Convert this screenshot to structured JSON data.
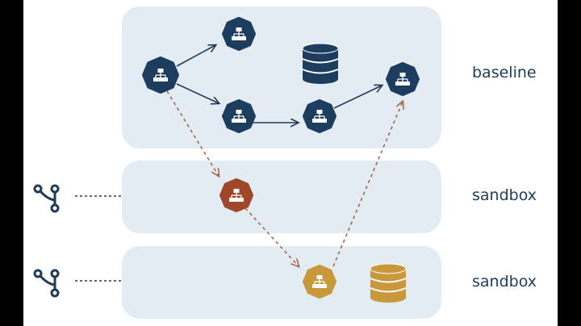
{
  "colors": {
    "baseline_service": "#1c3d5e",
    "sandbox_service_1": "#a0462a",
    "sandbox_service_2": "#c8983a",
    "request_arrow": "#a8674a",
    "solid_arrow": "#1f3b57",
    "panel": "#e3ecf3",
    "branch_icon": "#1f3b57"
  },
  "lanes": [
    {
      "label": "baseline"
    },
    {
      "label": "sandbox"
    },
    {
      "label": "sandbox"
    }
  ],
  "icons": {
    "service": "service-hierarchy-icon",
    "database": "database-icon",
    "branch": "git-branch-icon"
  }
}
